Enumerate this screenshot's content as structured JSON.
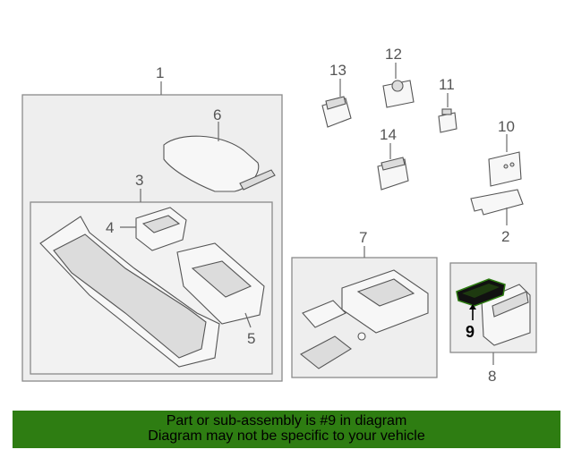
{
  "callouts": {
    "c1": "1",
    "c2": "2",
    "c3": "3",
    "c4": "4",
    "c5": "5",
    "c6": "6",
    "c7": "7",
    "c8": "8",
    "c9": "9",
    "c10": "10",
    "c11": "11",
    "c12": "12",
    "c13": "13",
    "c14": "14"
  },
  "highlight": {
    "part_number": "9",
    "color": "#000000"
  },
  "banner": {
    "line1": "Part or sub-assembly is #9 in diagram",
    "line2": "Diagram may not be specific to your vehicle",
    "background": "#2e7d12"
  }
}
